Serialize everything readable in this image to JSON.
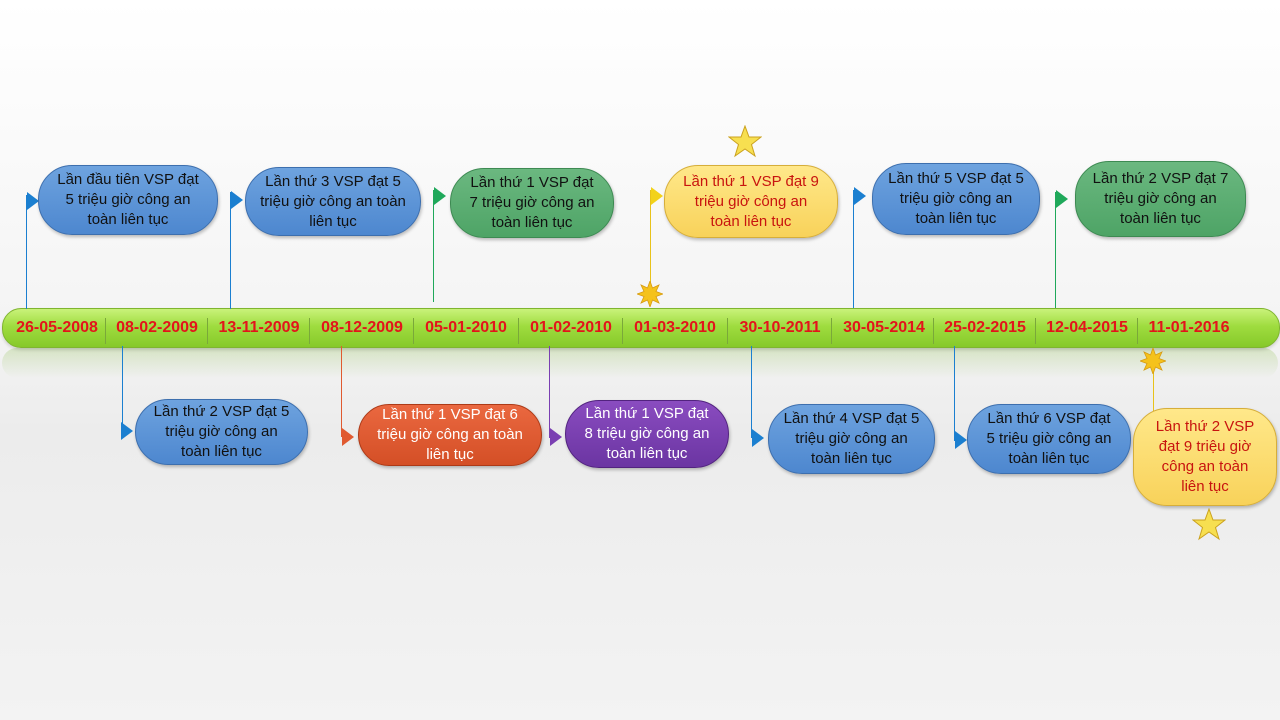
{
  "timeline": {
    "dates": [
      "26-05-2008",
      "08-02-2009",
      "13-11-2009",
      "08-12-2009",
      "05-01-2010",
      "01-02-2010",
      "01-03-2010",
      "30-10-2011",
      "30-05-2014",
      "25-02-2015",
      "12-04-2015",
      "11-01-2016"
    ]
  },
  "milestones": [
    {
      "text": "Lần đầu tiên VSP đạt 5 triệu giờ công an toàn liên tục",
      "color": "#5b93d6"
    },
    {
      "text": "Lần thứ 2 VSP đạt 5 triệu giờ công an toàn liên tục",
      "color": "#5b93d6"
    },
    {
      "text": "Lần thứ 3 VSP đạt 5 triệu giờ công an toàn liên tục",
      "color": "#5b93d6"
    },
    {
      "text": "Lần thứ 1 VSP đạt 6 triệu giờ công an toàn liên tục",
      "color": "#e05a30"
    },
    {
      "text": "Lần thứ 1 VSP đạt 7 triệu giờ công an toàn liên tục",
      "color": "#5aab70"
    },
    {
      "text": "Lần thứ 1 VSP đạt 8 triệu giờ công an toàn liên tục",
      "color": "#7a3fb2"
    },
    {
      "text": "Lần thứ 1 VSP đạt 9 triệu giờ công an toàn liên tục",
      "color": "#fbdf6b"
    },
    {
      "text": "Lần thứ 4 VSP đạt 5 triệu giờ công an toàn liên tục",
      "color": "#5b93d6"
    },
    {
      "text": "Lần thứ 5 VSP đạt 5 triệu giờ công an toàn liên tục",
      "color": "#5b93d6"
    },
    {
      "text": "Lần thứ 6 VSP đạt 5 triệu giờ công an toàn liên tục",
      "color": "#5b93d6"
    },
    {
      "text": "Lần thứ 2 VSP đạt 7 triệu giờ công an toàn liên tục",
      "color": "#5aab70"
    },
    {
      "text": "Lần thứ 2 VSP đạt 9 triệu giờ công an toàn liên tục",
      "color": "#fbdf6b"
    }
  ]
}
